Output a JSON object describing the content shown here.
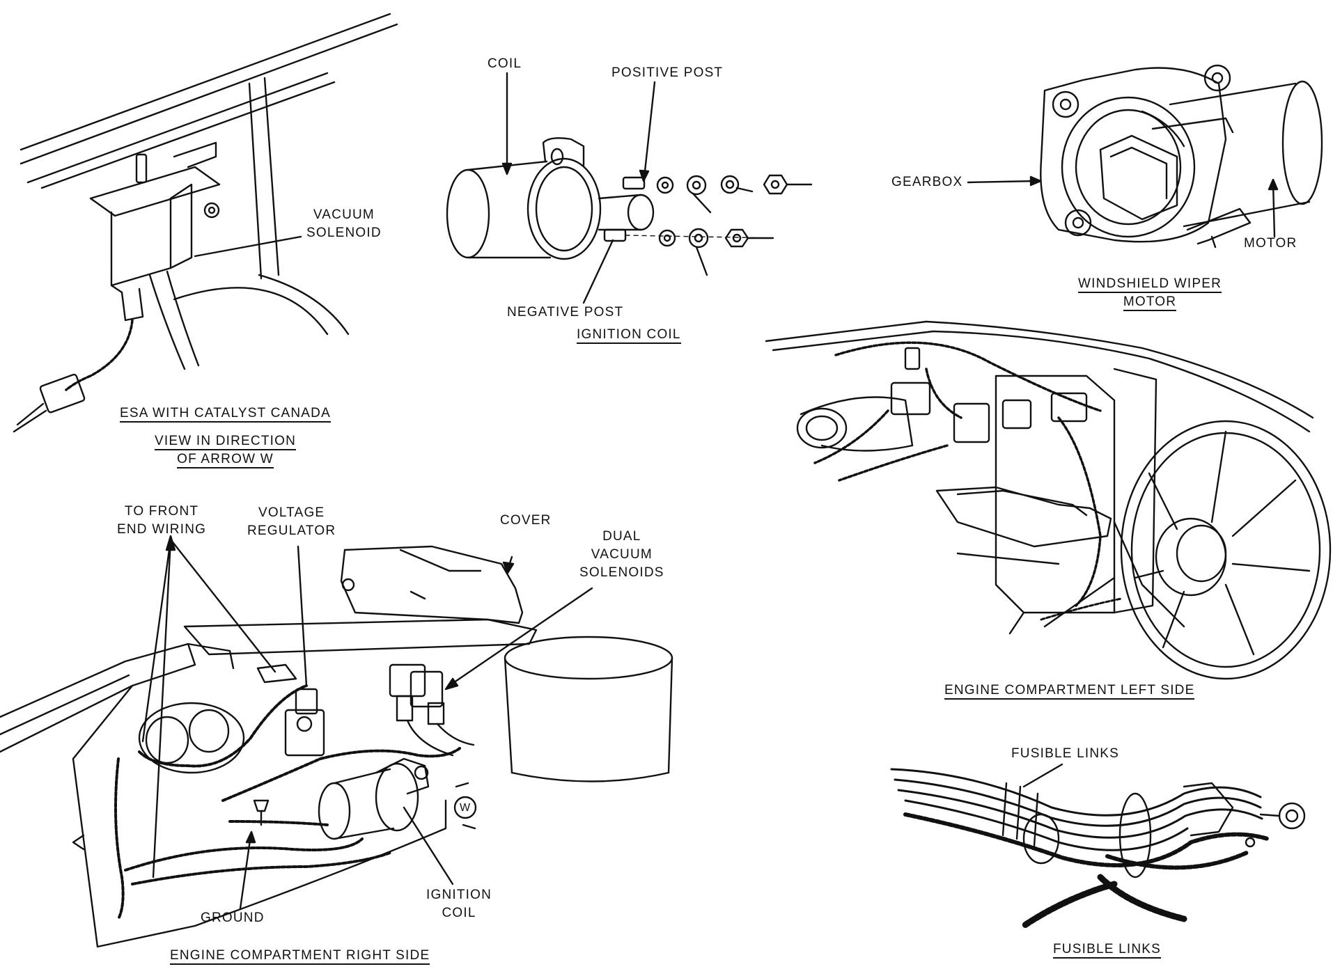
{
  "colors": {
    "ink": "#111111",
    "paper": "#ffffff"
  },
  "labels": {
    "coil": "COIL",
    "positive_post": "POSITIVE POST",
    "negative_post": "NEGATIVE POST",
    "vacuum_solenoid": [
      "VACUUM",
      "SOLENOID"
    ],
    "gearbox": "GEARBOX",
    "motor": "MOTOR",
    "to_front_end_wiring": [
      "TO FRONT",
      "END WIRING"
    ],
    "voltage_regulator": [
      "VOLTAGE",
      "REGULATOR"
    ],
    "cover": "COVER",
    "dual_vacuum_solenoids": [
      "DUAL",
      "VACUUM",
      "SOLENOIDS"
    ],
    "ignition_coil_part": [
      "IGNITION",
      "COIL"
    ],
    "ground": "GROUND",
    "fusible_links_part": "FUSIBLE LINKS",
    "w_marker": "W"
  },
  "captions": {
    "ignition_coil": "IGNITION COIL",
    "windshield_wiper_motor": [
      "WINDSHIELD WIPER",
      "MOTOR"
    ],
    "esa_catalyst": "ESA WITH CATALYST CANADA",
    "view_direction": [
      "VIEW IN DIRECTION",
      "OF ARROW W"
    ],
    "engine_left": "ENGINE COMPARTMENT LEFT SIDE",
    "engine_right": "ENGINE COMPARTMENT RIGHT SIDE",
    "fusible_links": "FUSIBLE LINKS"
  }
}
